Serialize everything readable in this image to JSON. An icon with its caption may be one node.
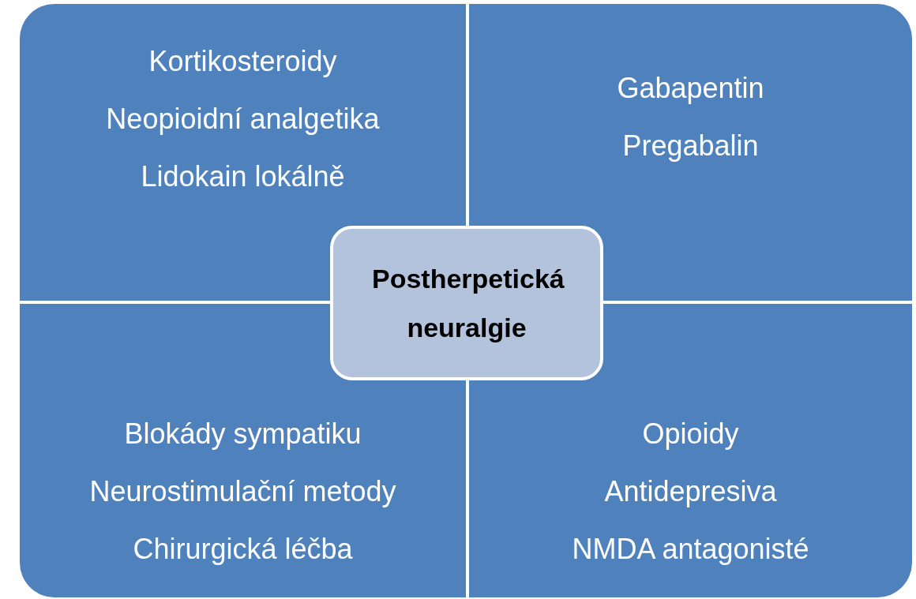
{
  "diagram": {
    "nodes": [
      {
        "text": [
          "Kortikosteroidy",
          "Neopioidní analgetika",
          "Lidokain lokálně"
        ]
      },
      {
        "text": [
          "Gabapentin",
          "Pregabalin"
        ]
      },
      {
        "text": [
          "Postherpetická neuralgie"
        ]
      },
      {
        "text": [
          "Blokády sympatiku",
          "Neurostimulační metody",
          "Chirurgická léčba"
        ]
      },
      {
        "text": [
          "Opioidy",
          "Antidepresiva",
          "NMDA antagonisté"
        ]
      }
    ]
  }
}
